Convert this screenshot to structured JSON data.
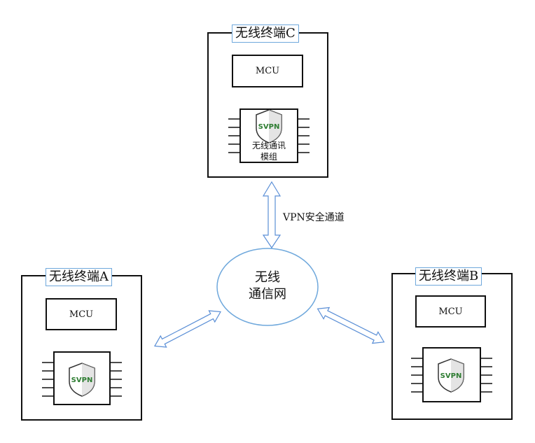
{
  "terminals": {
    "c": {
      "title": "无线终端C",
      "mcu_label": "MCU",
      "shield_text": "SVPN",
      "module_line1": "无线通讯",
      "module_line2": "模组"
    },
    "a": {
      "title": "无线终端A",
      "mcu_label": "MCU",
      "shield_text": "SVPN"
    },
    "b": {
      "title": "无线终端B",
      "mcu_label": "MCU",
      "shield_text": "SVPN"
    }
  },
  "network": {
    "line1": "无线",
    "line2": "通信网"
  },
  "tunnel_label": "VPN安全通道",
  "colors": {
    "arrow": "#5b8fd6",
    "border": "#111111",
    "title_border": "#6fa8dc",
    "shield_text": "#2e7d32"
  }
}
